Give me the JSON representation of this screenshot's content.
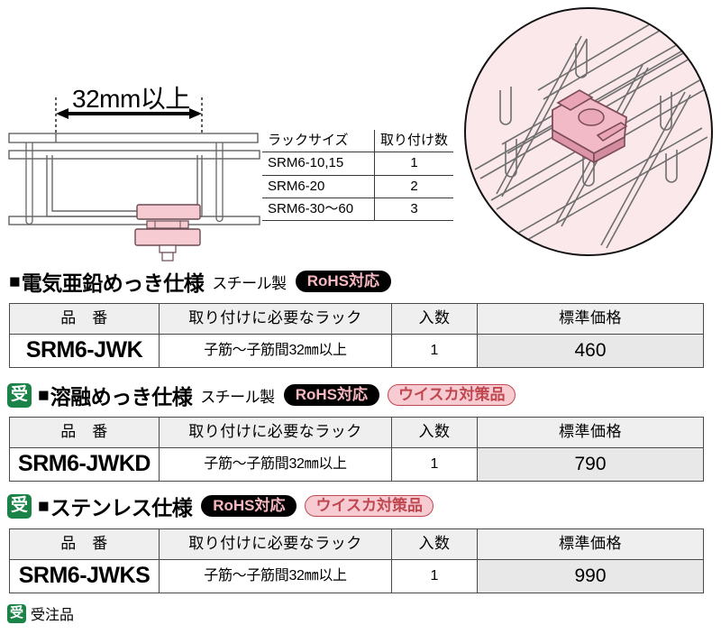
{
  "diagram": {
    "dimension_label": "32mm以上",
    "rack_size_table": {
      "headers": [
        "ラックサイズ",
        "取り付け数"
      ],
      "rows": [
        [
          "SRM6-10,15",
          "1"
        ],
        [
          "SRM6-20",
          "2"
        ],
        [
          "SRM6-30〜60",
          "3"
        ]
      ]
    },
    "photo_alt": "wire-mesh-rack-with-clamp-illustration"
  },
  "colors": {
    "pink_fill": "#f6ccd2",
    "pink_bg": "#fbe8ea",
    "green_badge": "#1a8348",
    "rohs_text": "#f7b8c0",
    "whisker_text": "#c0474f",
    "header_gray": "#efefef",
    "price_gray": "#e8e8e8"
  },
  "sections": [
    {
      "order_badge": null,
      "square": "■",
      "title": "電気亜鉛めっき仕様",
      "material": "スチール製",
      "badges": [
        "RoHS対応"
      ],
      "table": {
        "headers": [
          "品　番",
          "取り付けに必要なラック",
          "入数",
          "標準価格"
        ],
        "rows": [
          [
            "SRM6-JWK",
            "子筋〜子筋間32㎜以上",
            "1",
            "460"
          ]
        ]
      }
    },
    {
      "order_badge": "受",
      "square": "■",
      "title": "溶融めっき仕様",
      "material": "スチール製",
      "badges": [
        "RoHS対応",
        "ウイスカ対策品"
      ],
      "table": {
        "headers": [
          "品　番",
          "取り付けに必要なラック",
          "入数",
          "標準価格"
        ],
        "rows": [
          [
            "SRM6-JWKD",
            "子筋〜子筋間32㎜以上",
            "1",
            "790"
          ]
        ]
      }
    },
    {
      "order_badge": "受",
      "square": "■",
      "title": "ステンレス仕様",
      "material": "",
      "badges": [
        "RoHS対応",
        "ウイスカ対策品"
      ],
      "table": {
        "headers": [
          "品　番",
          "取り付けに必要なラック",
          "入数",
          "標準価格"
        ],
        "rows": [
          [
            "SRM6-JWKS",
            "子筋〜子筋間32㎜以上",
            "1",
            "990"
          ]
        ]
      }
    }
  ],
  "footnote": {
    "badge": "受",
    "text": "受注品"
  }
}
